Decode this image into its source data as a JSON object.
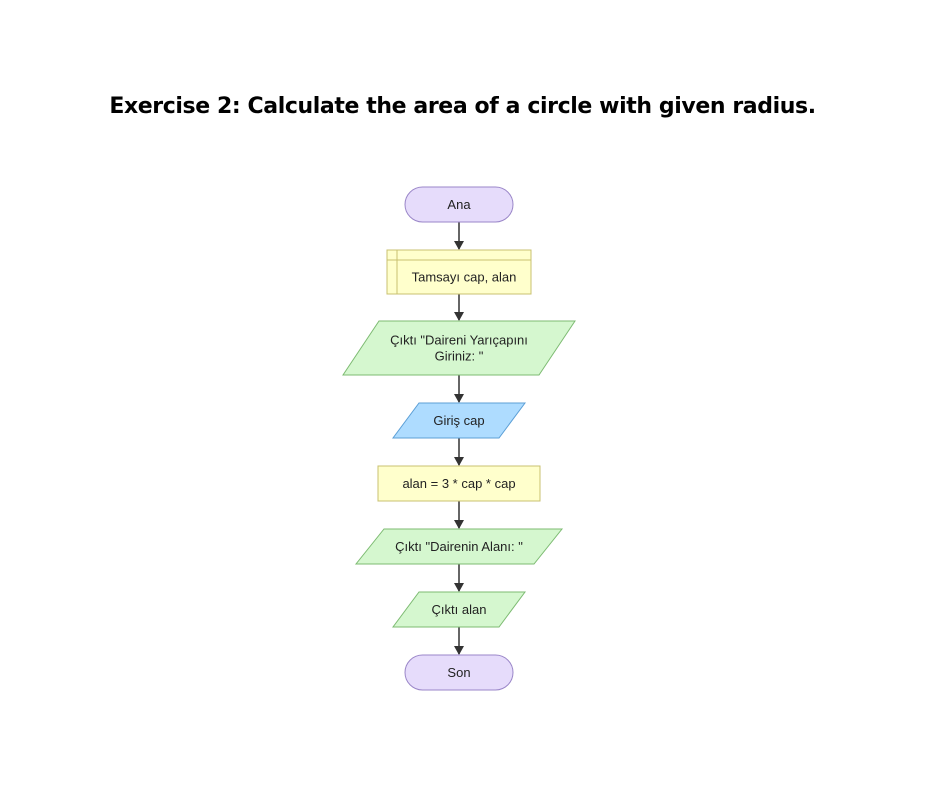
{
  "title": "Exercise 2: Calculate the area of a circle with given radius.",
  "colors": {
    "terminal_fill": "#e6dcfb",
    "terminal_stroke": "#9a86c8",
    "declare_fill": "#ffffcc",
    "declare_stroke": "#c8c070",
    "output_fill": "#d5f7cf",
    "output_stroke": "#7dbb72",
    "input_fill": "#aedcff",
    "input_stroke": "#5c9fd6",
    "assign_fill": "#ffffcc",
    "assign_stroke": "#c8c070",
    "arrow": "#333333"
  },
  "flowchart": {
    "nodes": [
      {
        "id": "start",
        "type": "terminal",
        "lines": [
          "Ana"
        ]
      },
      {
        "id": "declare",
        "type": "declare",
        "lines": [
          "Tamsayı cap, alan"
        ]
      },
      {
        "id": "output1",
        "type": "output",
        "lines": [
          "Çıktı \"Daireni Yarıçapını",
          "Giriniz: \""
        ]
      },
      {
        "id": "input1",
        "type": "input",
        "lines": [
          "Giriş cap"
        ]
      },
      {
        "id": "assign1",
        "type": "assign",
        "lines": [
          "alan = 3 * cap * cap"
        ]
      },
      {
        "id": "output2",
        "type": "output",
        "lines": [
          "Çıktı \"Dairenin Alanı: \""
        ]
      },
      {
        "id": "output3",
        "type": "output",
        "lines": [
          "Çıktı alan"
        ]
      },
      {
        "id": "end",
        "type": "terminal",
        "lines": [
          "Son"
        ]
      }
    ]
  }
}
